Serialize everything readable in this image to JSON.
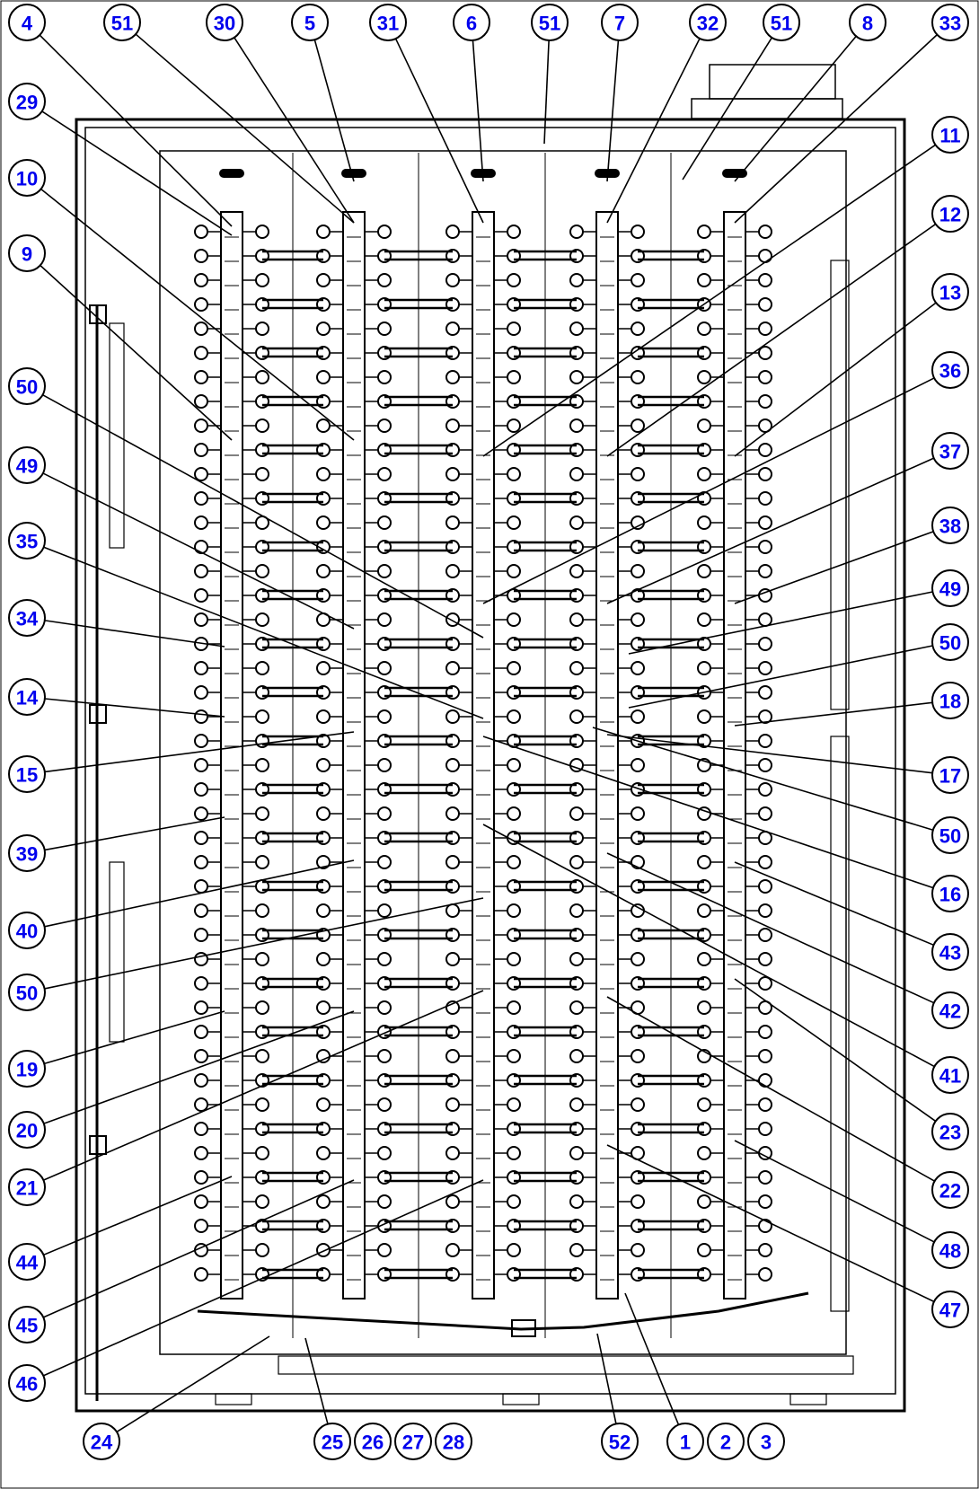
{
  "diagram": {
    "label_color": "#0000ee",
    "line_color": "#000000",
    "callouts": {
      "top": [
        "4",
        "51",
        "30",
        "5",
        "31",
        "6",
        "51",
        "7",
        "32",
        "51",
        "8",
        "33"
      ],
      "left": [
        "29",
        "10",
        "9",
        "50",
        "49",
        "35",
        "34",
        "14",
        "15",
        "39",
        "40",
        "50",
        "19",
        "20",
        "21",
        "44",
        "45",
        "46"
      ],
      "right": [
        "11",
        "12",
        "13",
        "36",
        "37",
        "38",
        "49",
        "50",
        "18",
        "17",
        "50",
        "16",
        "43",
        "42",
        "41",
        "23",
        "22",
        "48",
        "47"
      ],
      "bottom": [
        "24",
        "25",
        "26",
        "27",
        "28",
        "52",
        "1",
        "2",
        "3"
      ]
    }
  }
}
